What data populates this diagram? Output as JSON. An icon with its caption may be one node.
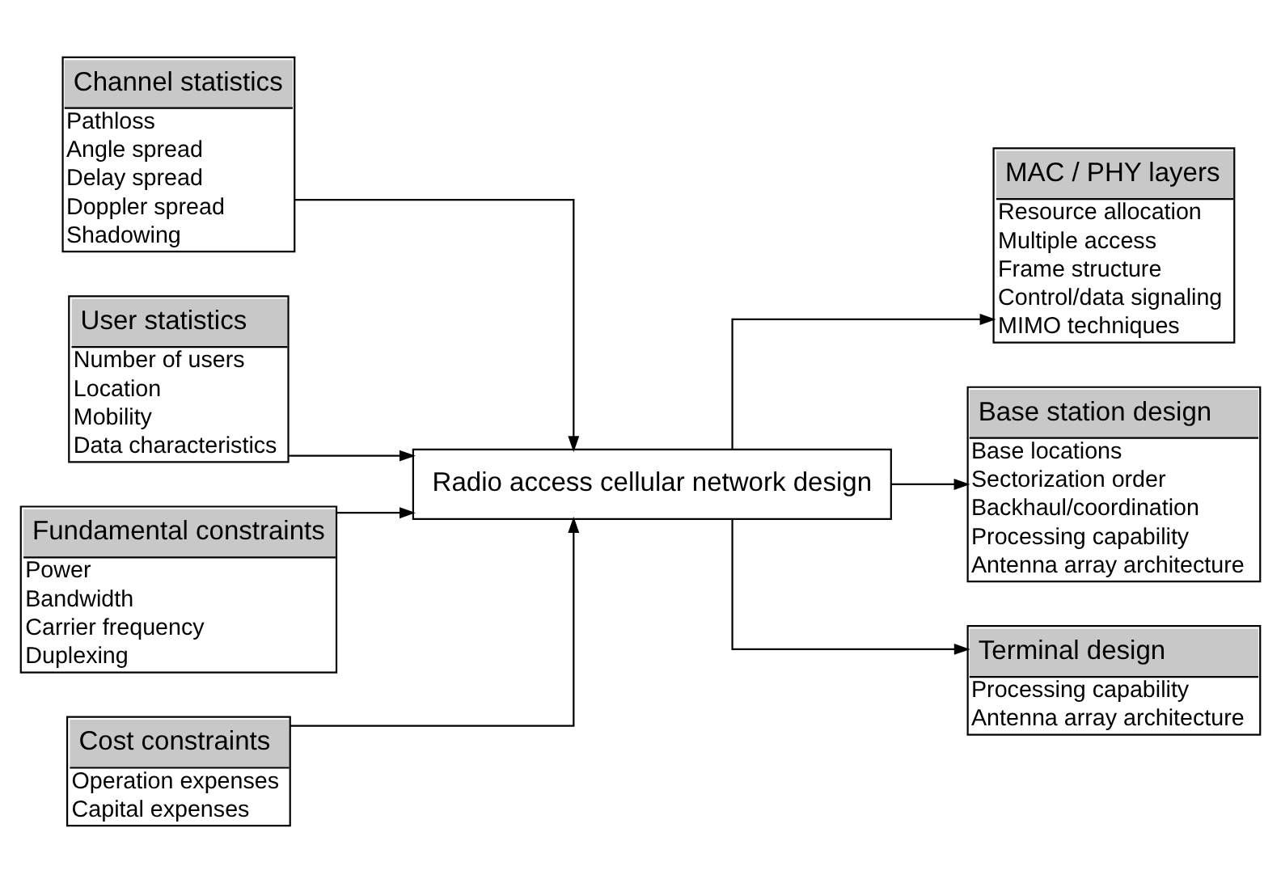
{
  "diagram": {
    "nodes": [
      {
        "text": [
          "Channel statistics",
          "Pathloss",
          "Angle spread",
          "Delay spread",
          "Doppler spread",
          "Shadowing"
        ]
      },
      {
        "text": [
          "User statistics",
          "Number of users",
          "Location",
          "Mobility",
          "Data characteristics"
        ]
      },
      {
        "text": [
          "Fundamental constraints",
          "Power",
          "Bandwidth",
          "Carrier frequency",
          "Duplexing"
        ]
      },
      {
        "text": [
          "Cost constraints",
          "Operation expenses",
          "Capital expenses"
        ]
      },
      {
        "text": [
          "Radio access cellular network design"
        ]
      },
      {
        "text": [
          "MAC / PHY layers",
          "Resource allocation",
          "Multiple access",
          "Frame structure",
          "Control/data signaling",
          "MIMO techniques"
        ]
      },
      {
        "text": [
          "Base station design",
          "Base locations",
          "Sectorization order",
          "Backhaul/coordination",
          "Processing capability",
          "Antenna array architecture"
        ]
      },
      {
        "text": [
          "Terminal design",
          "Processing capability",
          "Antenna array architecture"
        ]
      }
    ],
    "edges": [
      {
        "from": 0,
        "to": 4,
        "arrow": "to"
      },
      {
        "from": 1,
        "to": 4,
        "arrow": "to"
      },
      {
        "from": 2,
        "to": 4,
        "arrow": "to"
      },
      {
        "from": 3,
        "to": 4,
        "arrow": "to"
      },
      {
        "from": 4,
        "to": 5,
        "arrow": "to"
      },
      {
        "from": 4,
        "to": 6,
        "arrow": "to"
      },
      {
        "from": 4,
        "to": 7,
        "arrow": "to"
      }
    ]
  }
}
